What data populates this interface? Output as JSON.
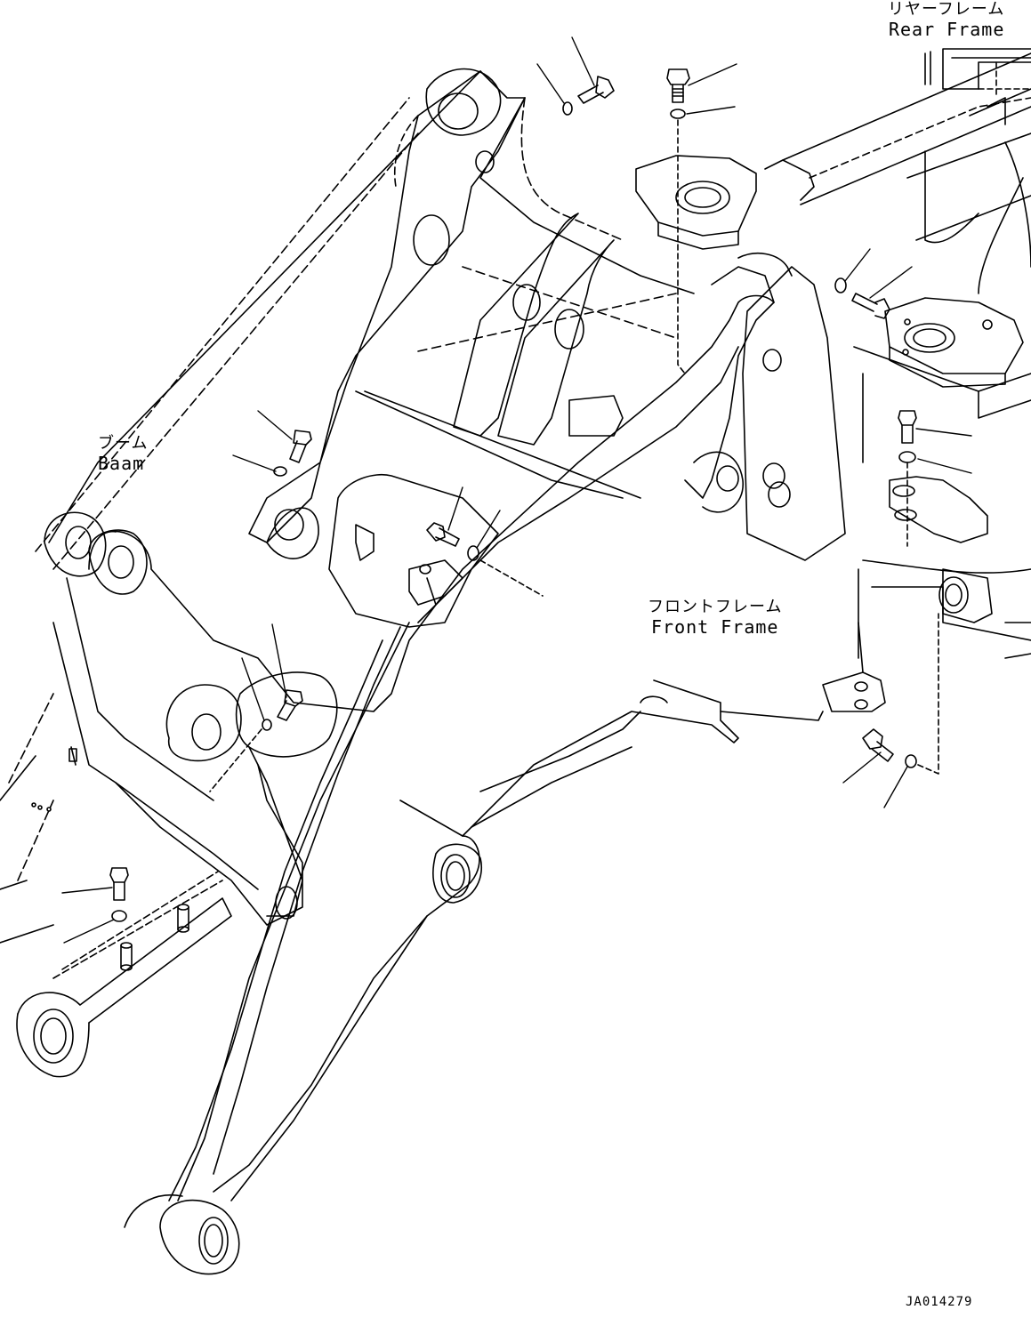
{
  "labels": {
    "rear_frame": {
      "jp": "リヤーフレーム",
      "en": "Rear Frame"
    },
    "boom": {
      "jp": "ブーム",
      "en": "Baam"
    },
    "front_frame": {
      "jp": "フロントフレーム",
      "en": "Front Frame"
    }
  },
  "drawing_id": "JA014279",
  "colors": {
    "line": "#000000",
    "background": "#ffffff"
  }
}
